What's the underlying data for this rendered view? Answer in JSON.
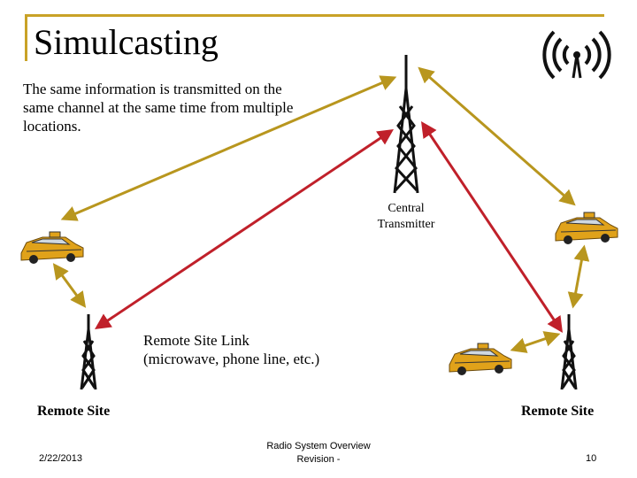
{
  "title": "Simulcasting",
  "intro": "The same information is transmitted on the same channel at the same time from multiple locations.",
  "central_label_line1": "Central",
  "central_label_line2": "Transmitter",
  "link_label_line1": "Remote Site Link",
  "link_label_line2": "(microwave, phone line, etc.)",
  "remote_left_label": "Remote Site",
  "remote_right_label": "Remote Site",
  "footer": {
    "date": "2/22/2013",
    "center_line1": "Radio System Overview",
    "center_line2": "Revision -",
    "page": "10"
  },
  "icons": {
    "wireless": "wireless-signal-icon",
    "tower": "radio-tower-icon",
    "car": "taxi-car-icon"
  },
  "colors": {
    "accent": "#c9a227",
    "gold_arrow": "#b8961e",
    "red_arrow": "#c0202a",
    "tower": "#111111",
    "taxi": "#e0a21a"
  }
}
